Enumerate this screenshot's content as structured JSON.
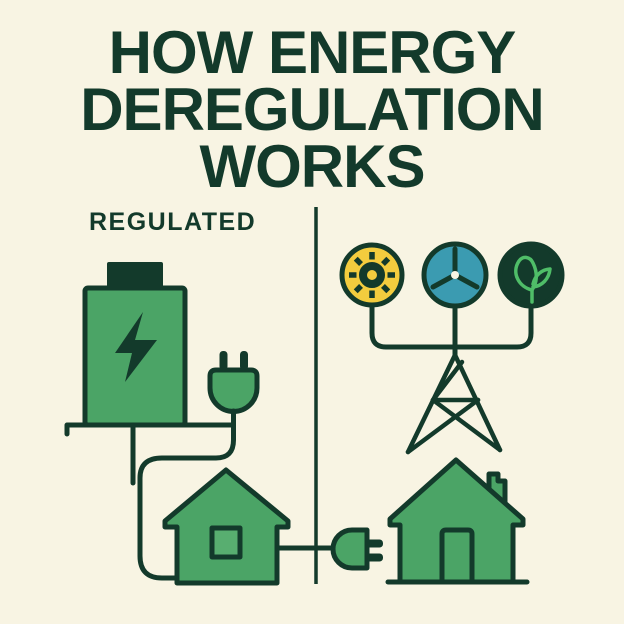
{
  "title": {
    "lines": [
      "HOW ENERGY",
      "DEREGULATION",
      "WORKS"
    ]
  },
  "panels": {
    "left": {
      "label": "REGULATED",
      "icons": [
        "power-plant-battery",
        "lightning-bolt",
        "power-plug",
        "house",
        "connection-wire"
      ]
    },
    "right": {
      "icons": [
        "sun",
        "wind-turbine",
        "leaf",
        "transmission-tower",
        "power-plug",
        "house"
      ]
    }
  },
  "divider": {
    "present": true
  },
  "colors": {
    "cream": "#F8F4E3",
    "dark": "#133A2B",
    "green": "#4BA466",
    "greenLight": "#58AE70",
    "yellow": "#F3CC3E",
    "teal": "#3B9BB1",
    "leafGreen": "#4FBD68"
  }
}
